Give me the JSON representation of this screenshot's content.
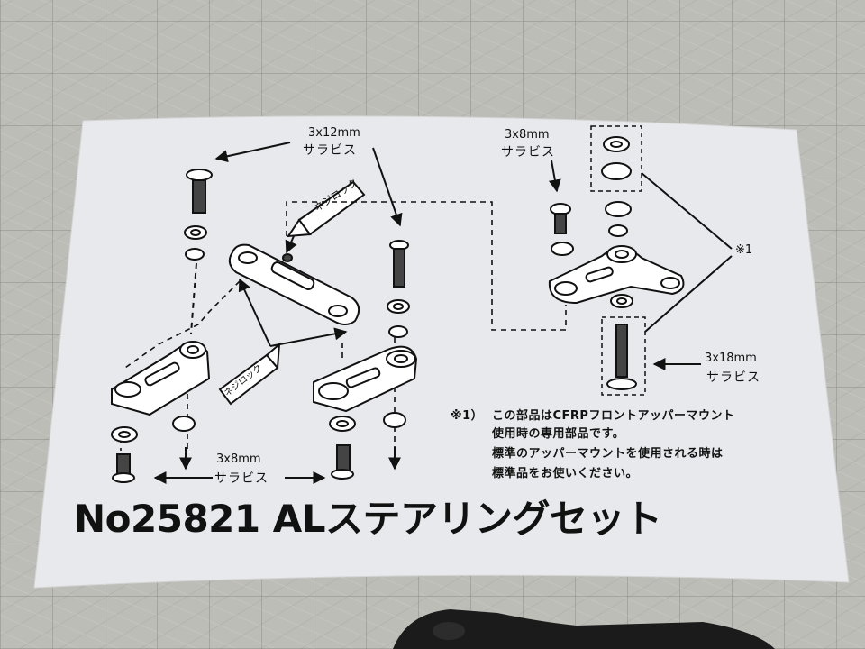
{
  "instruction_card": {
    "title": "No25821 ALステアリングセット",
    "screws": {
      "top_size": "3x12mm",
      "top_type": "サラビス",
      "right_top_size": "3x8mm",
      "right_top_type": "サラビス",
      "right_bottom_size": "3x18mm",
      "right_bottom_type": "サラビス",
      "bottom_size": "3x8mm",
      "bottom_type": "サラビス"
    },
    "thread_lock_label": "ネジロック",
    "note_marker": "※1",
    "note": {
      "prefix": "※1）",
      "line1": "この部品はCFRPフロントアッパーマウント",
      "line2": "使用時の専用部品です。",
      "line3": "標準のアッパーマウントを使用される時は",
      "line4": "標準品をお使いください。"
    }
  },
  "colors": {
    "card": "#e9eaee",
    "ink": "#111111",
    "mat": "#bdbdb8"
  }
}
